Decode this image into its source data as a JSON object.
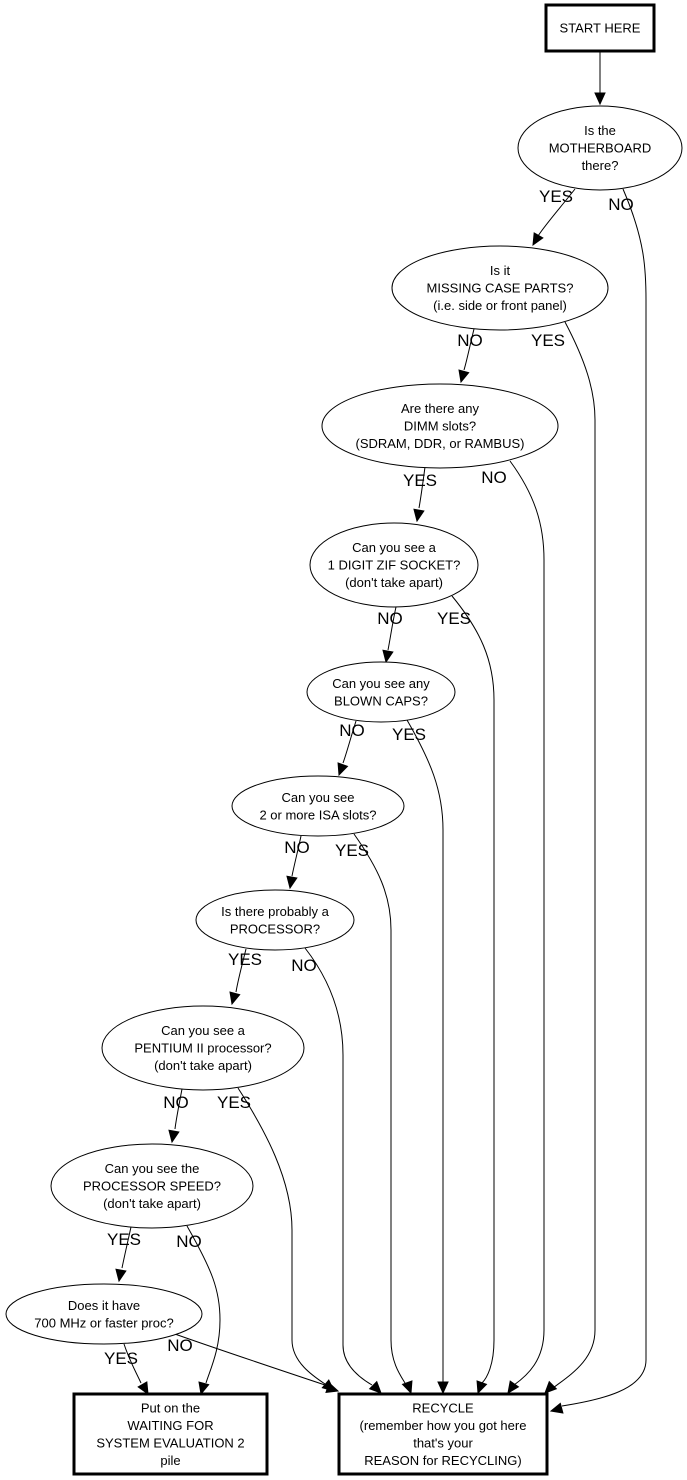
{
  "nodes": {
    "start": {
      "lines": [
        "START HERE"
      ]
    },
    "motherboard": {
      "lines": [
        "Is the",
        "MOTHERBOARD",
        "there?"
      ]
    },
    "case_parts": {
      "lines": [
        "Is it",
        "MISSING CASE PARTS?",
        "(i.e. side or front panel)"
      ]
    },
    "dimm": {
      "lines": [
        "Are there any",
        "DIMM slots?",
        "(SDRAM, DDR, or RAMBUS)"
      ]
    },
    "zif": {
      "lines": [
        "Can you see a",
        "1 DIGIT ZIF SOCKET?",
        "(don't take apart)"
      ]
    },
    "caps": {
      "lines": [
        "Can you see any",
        "BLOWN CAPS?"
      ]
    },
    "isa": {
      "lines": [
        "Can you see",
        "2 or more ISA slots?"
      ]
    },
    "processor": {
      "lines": [
        "Is there probably a",
        "PROCESSOR?"
      ]
    },
    "pentium": {
      "lines": [
        "Can you see a",
        "PENTIUM II processor?",
        "(don't take apart)"
      ]
    },
    "speed": {
      "lines": [
        "Can you see the",
        "PROCESSOR SPEED?",
        "(don't take apart)"
      ]
    },
    "mhz": {
      "lines": [
        "Does it have",
        "700 MHz or faster proc?"
      ]
    },
    "waiting": {
      "lines": [
        "Put on the",
        "WAITING FOR",
        "SYSTEM EVALUATION 2",
        "pile"
      ]
    },
    "recycle": {
      "lines": [
        "RECYCLE",
        "(remember how you got here",
        "that's your",
        "REASON for RECYCLING)"
      ]
    }
  },
  "edges": [
    {
      "from": "start",
      "to": "motherboard",
      "label": ""
    },
    {
      "from": "motherboard",
      "to": "case_parts",
      "label": "YES"
    },
    {
      "from": "motherboard",
      "to": "recycle",
      "label": "NO"
    },
    {
      "from": "case_parts",
      "to": "dimm",
      "label": "NO"
    },
    {
      "from": "case_parts",
      "to": "recycle",
      "label": "YES"
    },
    {
      "from": "dimm",
      "to": "zif",
      "label": "YES"
    },
    {
      "from": "dimm",
      "to": "recycle",
      "label": "NO"
    },
    {
      "from": "zif",
      "to": "caps",
      "label": "NO"
    },
    {
      "from": "zif",
      "to": "recycle",
      "label": "YES"
    },
    {
      "from": "caps",
      "to": "isa",
      "label": "NO"
    },
    {
      "from": "caps",
      "to": "recycle",
      "label": "YES"
    },
    {
      "from": "isa",
      "to": "processor",
      "label": "NO"
    },
    {
      "from": "isa",
      "to": "recycle",
      "label": "YES"
    },
    {
      "from": "processor",
      "to": "pentium",
      "label": "YES"
    },
    {
      "from": "processor",
      "to": "recycle",
      "label": "NO"
    },
    {
      "from": "pentium",
      "to": "speed",
      "label": "NO"
    },
    {
      "from": "pentium",
      "to": "recycle",
      "label": "YES"
    },
    {
      "from": "speed",
      "to": "mhz",
      "label": "YES"
    },
    {
      "from": "speed",
      "to": "waiting",
      "label": "NO"
    },
    {
      "from": "mhz",
      "to": "waiting",
      "label": "YES"
    },
    {
      "from": "mhz",
      "to": "recycle",
      "label": "NO"
    }
  ]
}
